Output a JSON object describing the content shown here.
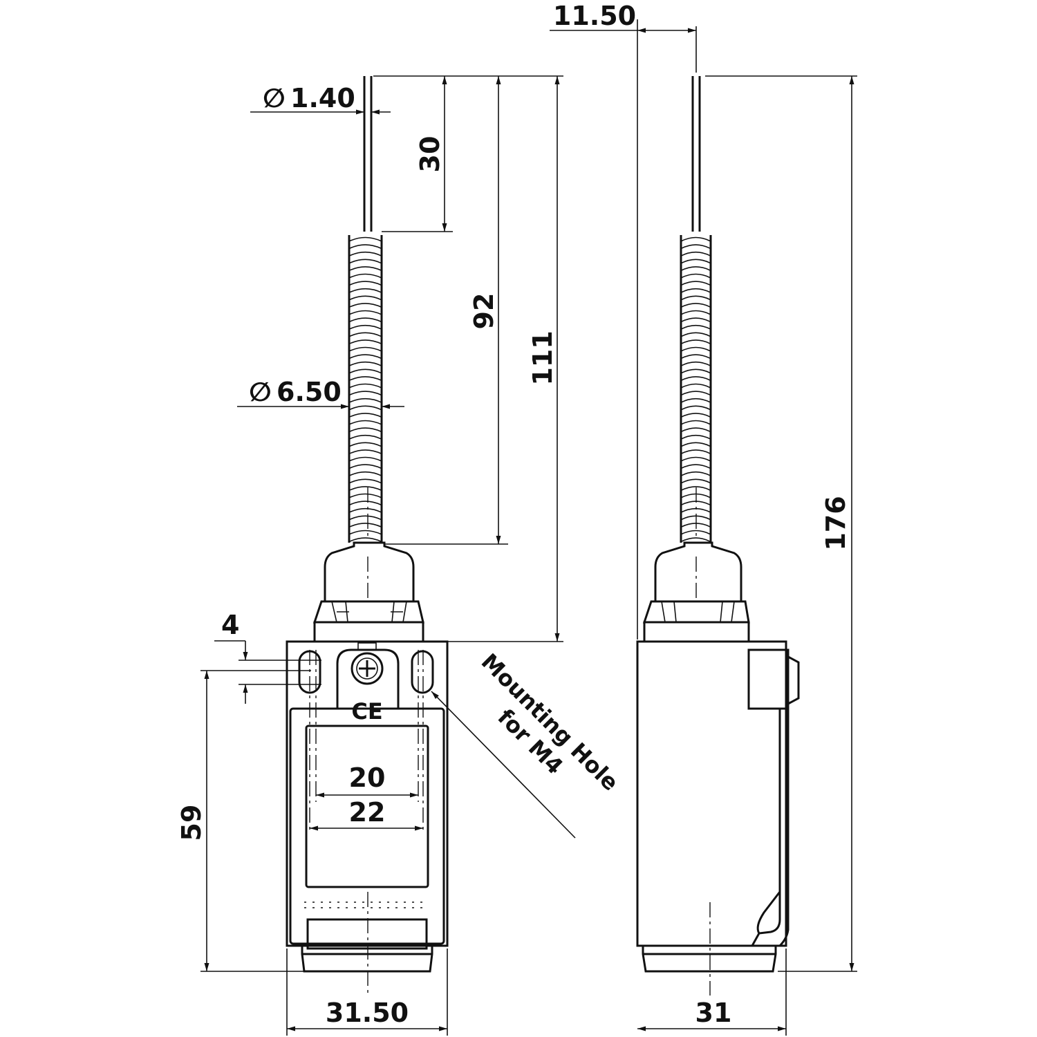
{
  "dimensions": {
    "rod_diameter": "1.40",
    "rod_length": "30",
    "spring_top_to_head": "92",
    "rod_top_to_body": "111",
    "spring_diameter": "6.50",
    "slot_width": "4",
    "mounting_height": "59",
    "hole_spacing_inner": "20",
    "hole_spacing_outer": "22",
    "body_width_front": "31.50",
    "side_offset": "11.50",
    "overall_height": "176",
    "body_width_side": "31"
  },
  "symbols": {
    "diameter": "∅",
    "ce_mark": "CE"
  },
  "annotation": {
    "line1": "Mounting Hole",
    "line2": "for M4"
  }
}
